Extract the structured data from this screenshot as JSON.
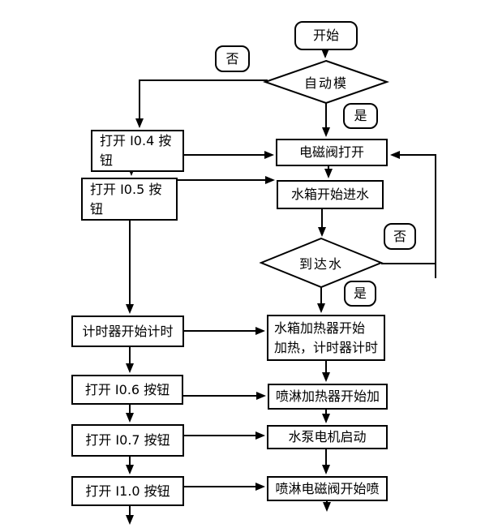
{
  "diagram": {
    "type": "flowchart",
    "colors": {
      "stroke": "#000000",
      "background": "#ffffff",
      "text": "#000000"
    },
    "nodes": {
      "start": {
        "label": "开始",
        "shape": "rounded"
      },
      "auto_mode": {
        "label": "自动模",
        "shape": "diamond"
      },
      "no_top": {
        "label": "否",
        "shape": "rounded"
      },
      "yes_top": {
        "label": "是",
        "shape": "rounded"
      },
      "open_i04": {
        "label": "打开 I0.4 按\n钮",
        "shape": "rect"
      },
      "open_i05": {
        "label": "打开 I0.5 按\n钮",
        "shape": "rect"
      },
      "valve_open": {
        "label": "电磁阀打开",
        "shape": "rect"
      },
      "tank_fill": {
        "label": "水箱开始进水",
        "shape": "rect"
      },
      "water_reached": {
        "label": "到达水",
        "shape": "diamond"
      },
      "no_right": {
        "label": "否",
        "shape": "rounded"
      },
      "yes_right": {
        "label": "是",
        "shape": "rounded"
      },
      "timer_start": {
        "label": "计时器开始计时",
        "shape": "rect"
      },
      "open_i06": {
        "label": "打开 I0.6 按钮",
        "shape": "rect"
      },
      "open_i07": {
        "label": "打开 I0.7 按钮",
        "shape": "rect"
      },
      "open_i10": {
        "label": "打开 I1.0 按钮",
        "shape": "rect"
      },
      "tank_heater": {
        "label": "水箱加热器开始\n加热，计时器计时",
        "shape": "rect"
      },
      "spray_heater": {
        "label": "喷淋加热器开始加",
        "shape": "rect"
      },
      "pump_start": {
        "label": "水泵电机启动",
        "shape": "rect"
      },
      "spray_valve": {
        "label": "喷淋电磁阀开始喷",
        "shape": "rect"
      }
    }
  }
}
